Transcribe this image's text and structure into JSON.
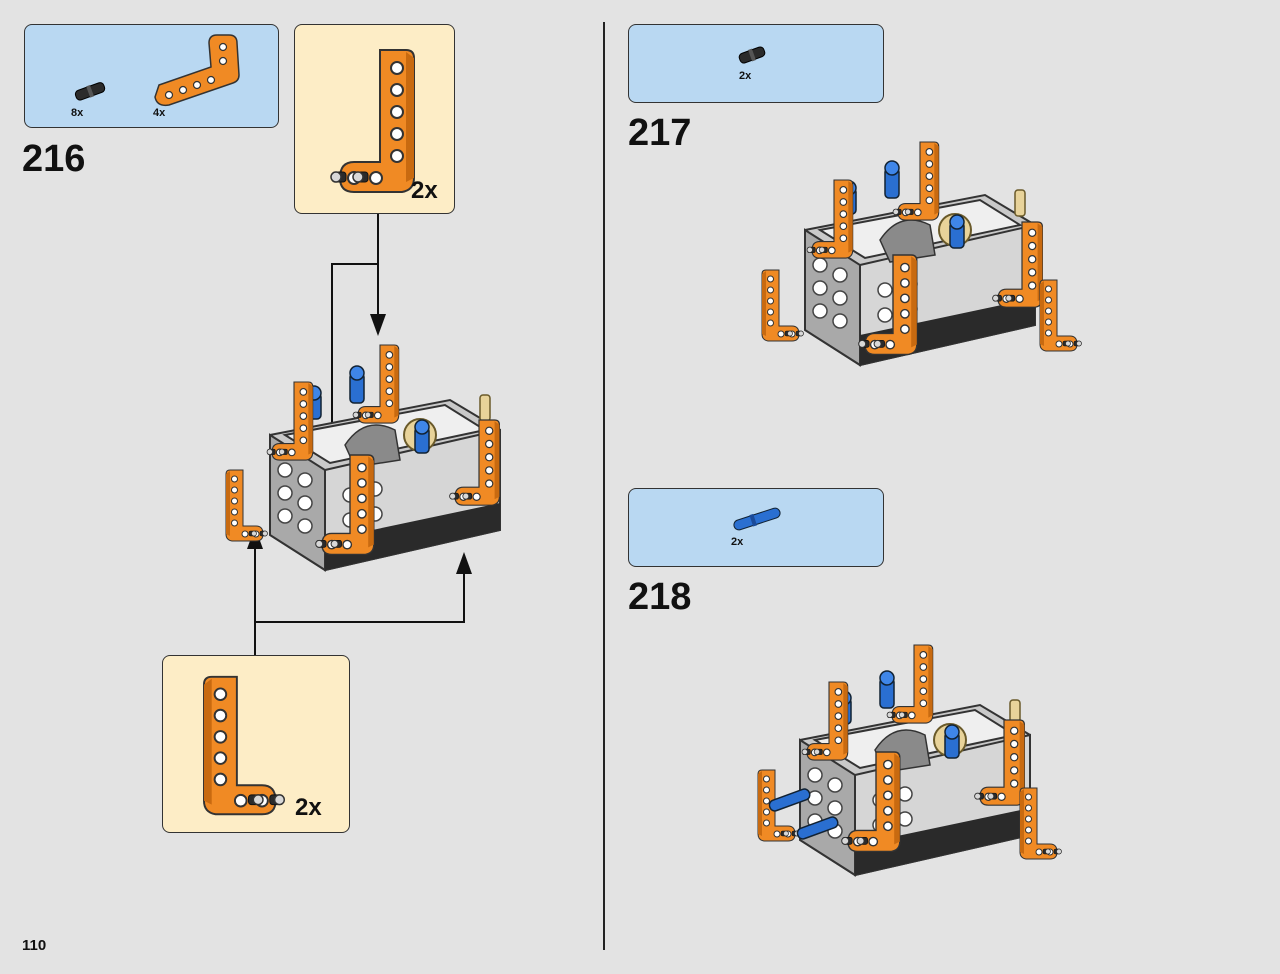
{
  "page_number": "110",
  "steps": [
    {
      "number": "216",
      "parts": [
        {
          "icon": "black-friction-pin-icon",
          "qty": "8x"
        },
        {
          "icon": "orange-bent-liftarm-icon",
          "qty": "4x"
        }
      ],
      "subassemblies": [
        {
          "qty": "2x"
        },
        {
          "qty": "2x"
        }
      ]
    },
    {
      "number": "217",
      "parts": [
        {
          "icon": "black-pin-icon",
          "qty": "2x"
        }
      ]
    },
    {
      "number": "218",
      "parts": [
        {
          "icon": "blue-long-pin-icon",
          "qty": "2x"
        }
      ]
    }
  ],
  "colors": {
    "parts_box": "#b9d8f2",
    "subassembly_box": "#fdedc6",
    "orange": "#f08a24",
    "blue": "#2a6fd1",
    "gray": "#bdbdbd"
  }
}
